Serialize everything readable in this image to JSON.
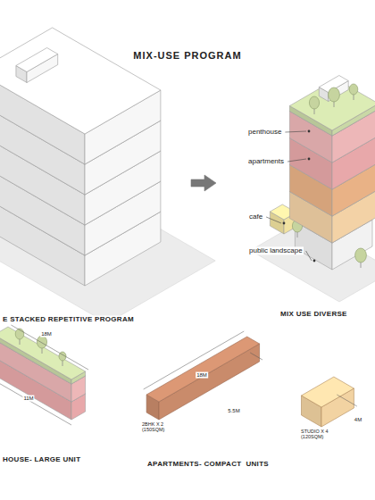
{
  "diagram": {
    "title": "MIX-USE PROGRAM",
    "labels": [
      "penthouse",
      "apartments",
      "cafe",
      "public landscape",
      "E STACKED REPETITIVE PROGRAM",
      "MIX USE DIVERSE",
      "18M",
      "11M",
      "HOUSE- LARGE UNIT",
      "18M",
      "2BHK X 2 (150SQM)",
      "5.5M",
      "APARTMENTS- COMPACT  UNITS",
      "STUDIO X 4 (120SQM)",
      "4M"
    ]
  }
}
